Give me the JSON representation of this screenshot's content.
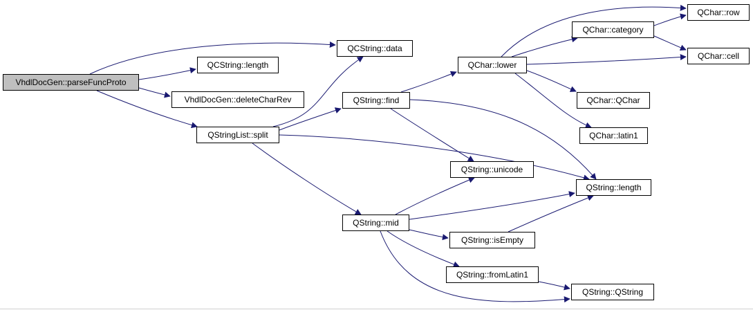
{
  "colors": {
    "edge": "#191970",
    "root_fill": "#bfbfbf",
    "node_fill": "#ffffff",
    "node_border": "#000000"
  },
  "nodes": {
    "parseFuncProto": "VhdlDocGen::parseFuncProto",
    "cstrData": "QCString::data",
    "cstrLength": "QCString::length",
    "deleteCharRev": "VhdlDocGen::deleteCharRev",
    "split": "QStringList::split",
    "find": "QString::find",
    "mid": "QString::mid",
    "lower": "QChar::lower",
    "row": "QChar::row",
    "category": "QChar::category",
    "cell": "QChar::cell",
    "qchar": "QChar::QChar",
    "latin1": "QChar::latin1",
    "unicode": "QString::unicode",
    "strLength": "QString::length",
    "isEmpty": "QString::isEmpty",
    "fromLatin1": "QString::fromLatin1",
    "qstring": "QString::QString"
  }
}
